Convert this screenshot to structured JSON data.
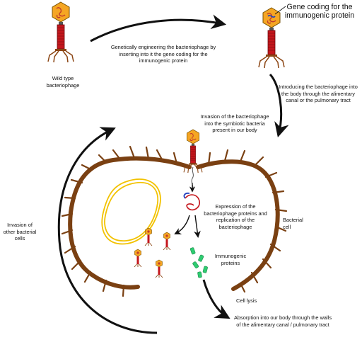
{
  "labels": {
    "gene_coding": "Gene coding for the immunogenic protein",
    "wild_type": "Wild type bacteriophage",
    "genetic_engineering": "Genetically engineering the bacteriophage by inserting into it the gene coding for the immunogenic protein",
    "introducing": "Introducing the bacteriophage into the body through the alimentary canal or the pulmonary tract",
    "invasion_symbiotic": "Invasion of the bacteriophage into the symbiotic bacteria present in our body",
    "expression": "Expression of the bacteriophage proteins and replication of the bacteriophage",
    "bacterial_cell": "Bacterial cell",
    "immunogenic_proteins": "Immunogenic proteins",
    "invasion_other": "Invasion of other bacterial cells",
    "cell_lysis": "Cell lysis",
    "absorption": "Absorption into our body through the walls of the alimentary canal / pulmonary tract"
  },
  "colors": {
    "phage_head": "#f5a623",
    "phage_dna": "#c0392b",
    "phage_tail": "#c4161c",
    "phage_legs": "#8b4513",
    "inserted_gene": "#1f3fbf",
    "bacterial_wall": "#7a4012",
    "bacterial_dna": "#f2c200",
    "immunogenic_protein": "#2ecc71",
    "arrow": "#111111"
  }
}
